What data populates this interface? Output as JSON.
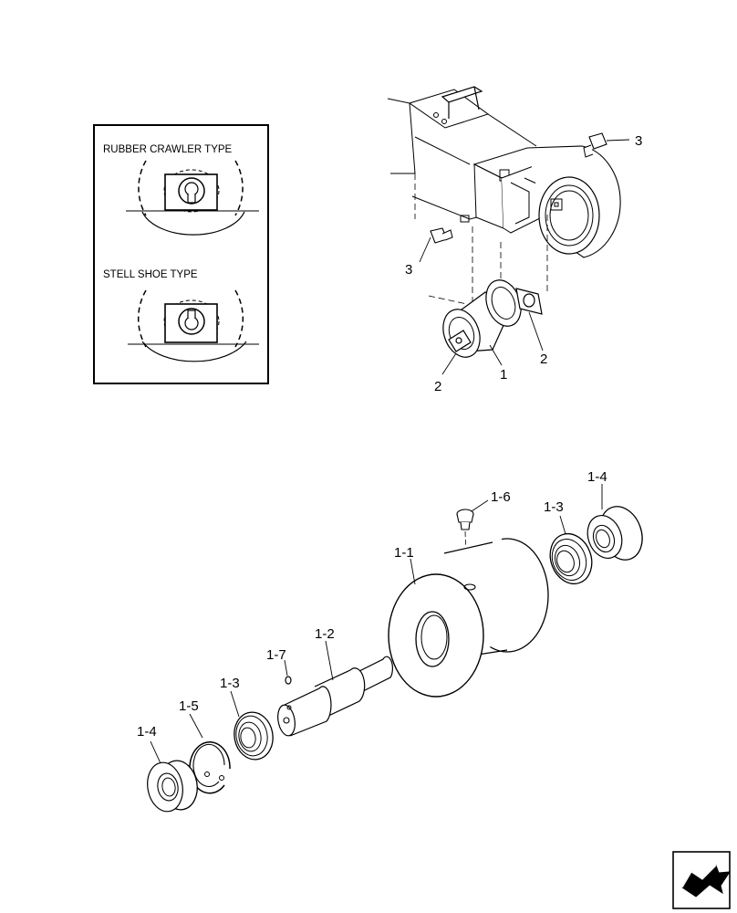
{
  "inset": {
    "rubber_label": "RUBBER CRAWLER TYPE",
    "steel_label": "STELL SHOE TYPE"
  },
  "callouts": {
    "upper": [
      "3",
      "3",
      "2",
      "2",
      "1"
    ],
    "lower": [
      "1-6",
      "1-4",
      "1-3",
      "1-1",
      "1-2",
      "1-7",
      "1-3",
      "1-5",
      "1-4"
    ]
  },
  "icons": {
    "nav": "next-page-arrow-icon"
  }
}
